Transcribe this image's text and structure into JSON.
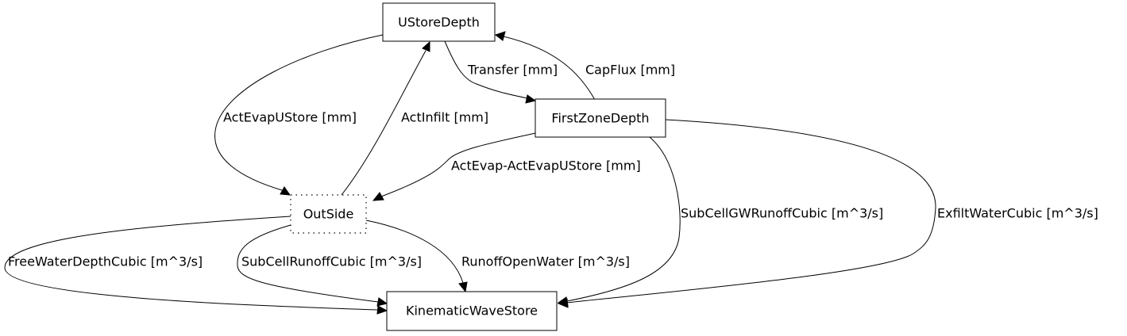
{
  "nodes": {
    "ustore": "UStoreDepth",
    "firstzone": "FirstZoneDepth",
    "outside": "OutSide",
    "kinematic": "KinematicWaveStore"
  },
  "edges": {
    "transfer": "Transfer [mm]",
    "capflux": "CapFlux [mm]",
    "actevap_ustore": "ActEvapUStore [mm]",
    "actinfilt": "ActInfilt [mm]",
    "actevap_diff": "ActEvap-ActEvapUStore [mm]",
    "subcell_gw": "SubCellGWRunoffCubic [m^3/s]",
    "exfilt": "ExfiltWaterCubic [m^3/s]",
    "freewater": "FreeWaterDepthCubic [m^3/s]",
    "subcell_runoff": "SubCellRunoffCubic [m^3/s]",
    "runoff_open": "RunoffOpenWater [m^3/s]"
  }
}
